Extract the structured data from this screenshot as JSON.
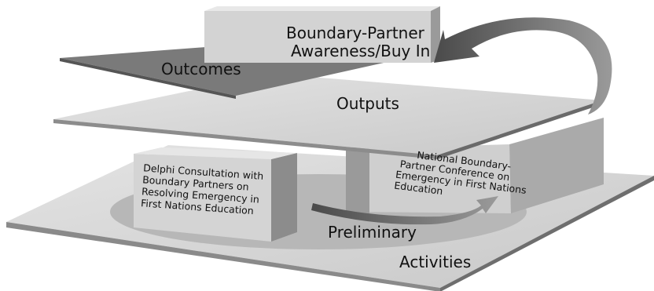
{
  "colors": {
    "background": "#ffffff",
    "layer_top": "#d8d8d8",
    "layer_side": "#7a7a7a",
    "box_face": "#d2d2d2",
    "box_side": "#8e8e8e",
    "arrow": "#666666"
  },
  "layers": {
    "outcomes": "Outcomes",
    "outputs": "Outputs",
    "preliminary": "Preliminary",
    "activities": "Activities"
  },
  "boxes": {
    "awareness": {
      "line1": "Boundary-Partner",
      "line2": "Awareness/Buy In"
    },
    "delphi": {
      "line1": "Delphi Consultation with",
      "line2": "Boundary Partners on",
      "line3": "Resolving Emergency in",
      "line4": "First Nations Education"
    },
    "conference": {
      "line1": "National Boundary-",
      "line2": "Partner Conference on",
      "line3": "Emergency in First Nations",
      "line4": "Education"
    }
  },
  "arrows": [
    "curved-arrow-top",
    "curved-arrow-bottom"
  ]
}
